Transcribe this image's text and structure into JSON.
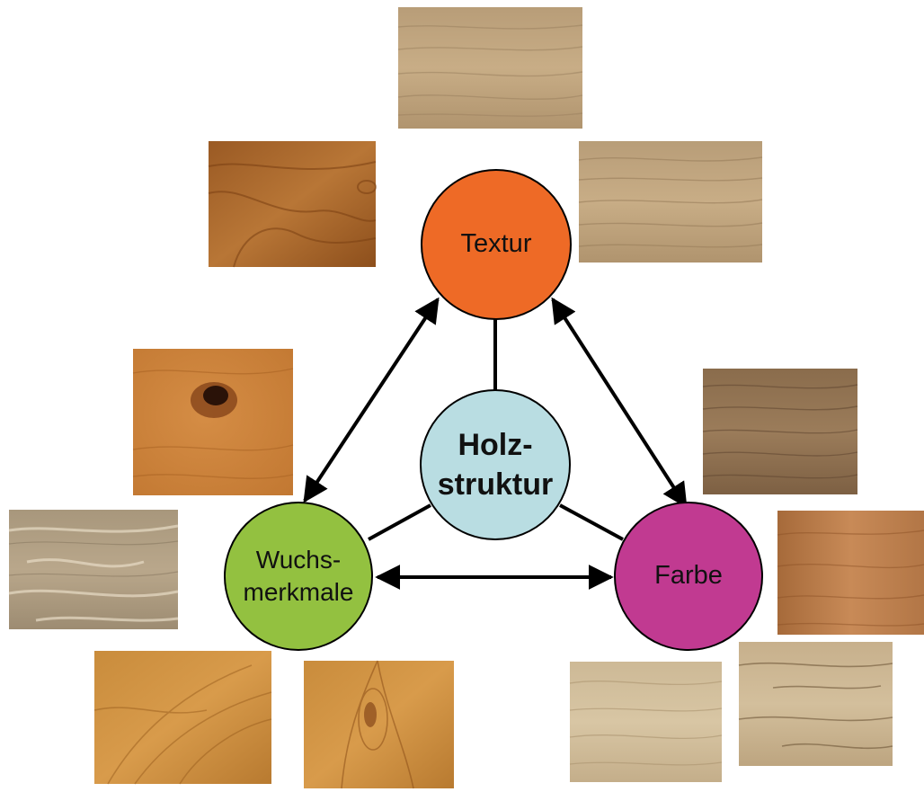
{
  "diagram": {
    "center": {
      "label": "Holz-\nstruktur",
      "color": "#b9dde2"
    },
    "nodes": [
      {
        "id": "textur",
        "label": "Textur",
        "color": "#ee6a26"
      },
      {
        "id": "wuchsmerkmale",
        "label": "Wuchs-\nmerkmale",
        "color": "#93c140"
      },
      {
        "id": "farbe",
        "label": "Farbe",
        "color": "#c13a91"
      }
    ],
    "connections": [
      {
        "from": "textur",
        "to": "wuchsmerkmale",
        "type": "double-arrow"
      },
      {
        "from": "textur",
        "to": "farbe",
        "type": "double-arrow"
      },
      {
        "from": "wuchsmerkmale",
        "to": "farbe",
        "type": "double-arrow"
      },
      {
        "from": "center",
        "to": "textur",
        "type": "line"
      },
      {
        "from": "center",
        "to": "wuchsmerkmale",
        "type": "line"
      },
      {
        "from": "center",
        "to": "farbe",
        "type": "line"
      }
    ],
    "wood_samples": [
      {
        "id": "sample-top",
        "group": "textur",
        "tone": "light-oak"
      },
      {
        "id": "sample-top-left",
        "group": "textur",
        "tone": "warm-brown"
      },
      {
        "id": "sample-top-right",
        "group": "textur",
        "tone": "light-oak"
      },
      {
        "id": "sample-knot",
        "group": "wuchsmerkmale",
        "tone": "amber"
      },
      {
        "id": "sample-left",
        "group": "wuchsmerkmale",
        "tone": "grey-oak"
      },
      {
        "id": "sample-bottom-left-1",
        "group": "wuchsmerkmale",
        "tone": "golden"
      },
      {
        "id": "sample-bottom-left-2",
        "group": "wuchsmerkmale",
        "tone": "golden"
      },
      {
        "id": "sample-right-1",
        "group": "farbe",
        "tone": "dark-oak"
      },
      {
        "id": "sample-right-2",
        "group": "farbe",
        "tone": "reddish"
      },
      {
        "id": "sample-bottom-right-1",
        "group": "farbe",
        "tone": "pale"
      },
      {
        "id": "sample-bottom-right-2",
        "group": "farbe",
        "tone": "pale-grey"
      }
    ]
  }
}
